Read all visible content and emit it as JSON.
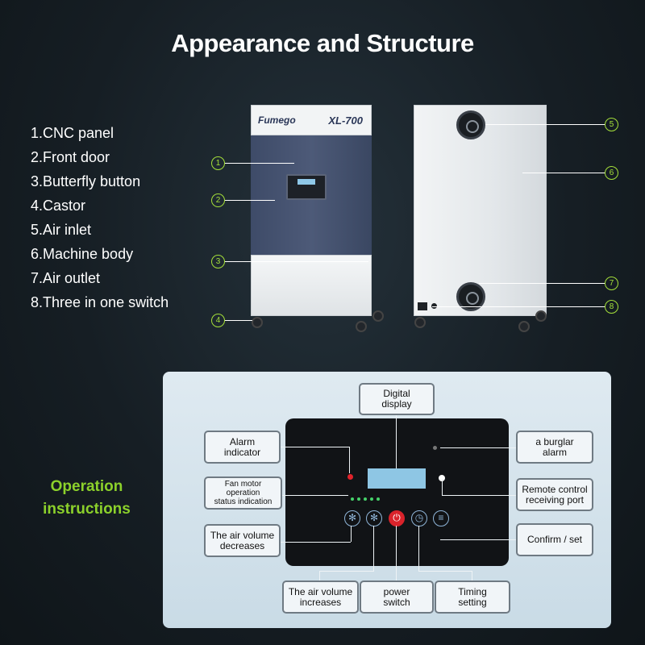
{
  "title": "Appearance and Structure",
  "parts": [
    "1.CNC panel",
    "2.Front door",
    "3.Butterfly button",
    "4.Castor",
    "5.Air inlet",
    "6.Machine body",
    "7.Air outlet",
    "8.Three in one switch"
  ],
  "markers": [
    "1",
    "2",
    "3",
    "4",
    "5",
    "6",
    "7",
    "8"
  ],
  "machine": {
    "brand": "Fumego",
    "model": "XL-700"
  },
  "operation_title_line1": "Operation",
  "operation_title_line2": "instructions",
  "labels": {
    "digital_display_1": "Digital",
    "digital_display_2": "display",
    "alarm_1": "Alarm",
    "alarm_2": "indicator",
    "fan_1": "Fan motor",
    "fan_2": "operation",
    "fan_3": "status indication",
    "air_dec_1": "The air volume",
    "air_dec_2": "decreases",
    "air_inc_1": "The air volume",
    "air_inc_2": "increases",
    "power_1": "power",
    "power_2": "switch",
    "timing_1": "Timing",
    "timing_2": "setting",
    "burglar_1": "a burglar",
    "burglar_2": "alarm",
    "remote_1": "Remote control",
    "remote_2": "receiving port",
    "confirm": "Confirm / set"
  },
  "colors": {
    "accent": "#8cd12b",
    "marker": "#a5e03a",
    "power": "#d9232b"
  }
}
